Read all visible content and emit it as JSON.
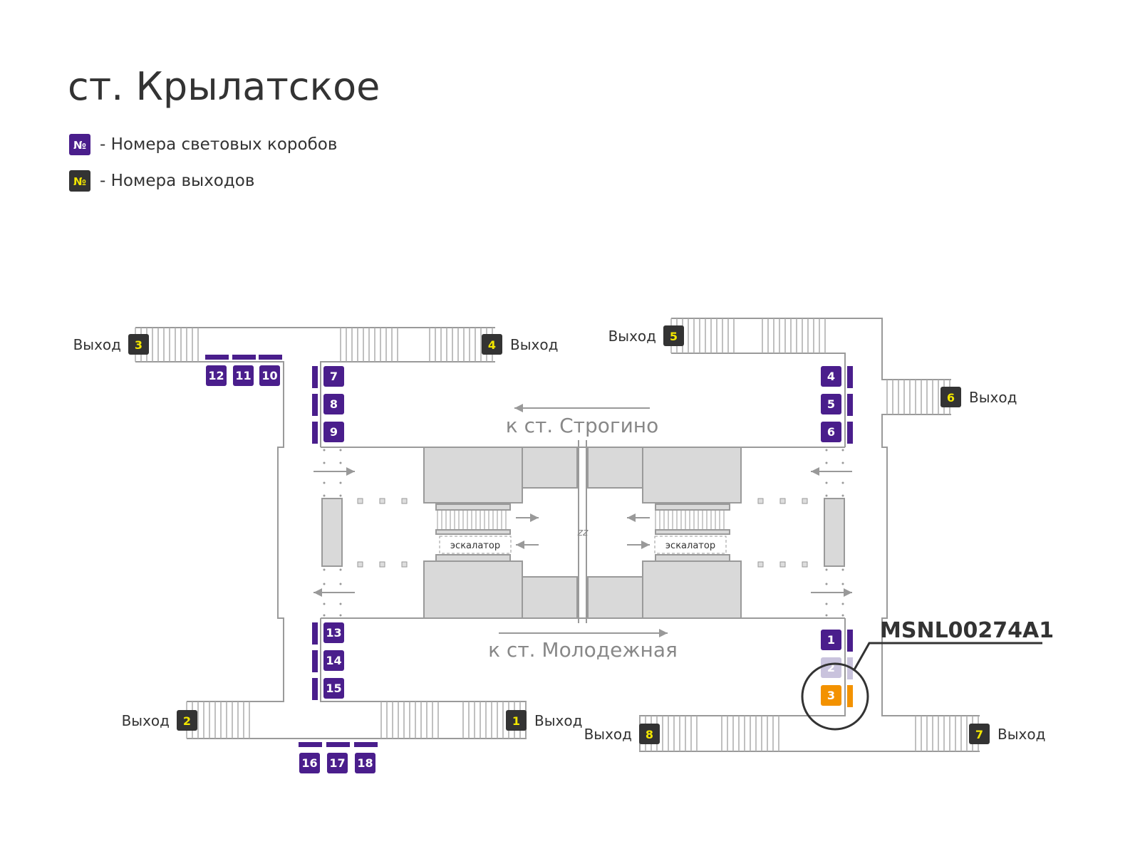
{
  "title": "ст. Крылатское",
  "legend": {
    "symbol": "№",
    "lightbox": "- Номера световых коробов",
    "exit": "- Номера выходов"
  },
  "exit_word": "Выход",
  "exits": [
    "1",
    "2",
    "3",
    "4",
    "5",
    "6",
    "7",
    "8"
  ],
  "lightboxes": [
    "1",
    "2",
    "3",
    "4",
    "5",
    "6",
    "7",
    "8",
    "9",
    "10",
    "11",
    "12",
    "13",
    "14",
    "15",
    "16",
    "17",
    "18"
  ],
  "highlight": {
    "code": "MSNL00274A1",
    "box": "3"
  },
  "directions": {
    "top": "к ст. Строгино",
    "bottom": "к ст. Молодежная"
  },
  "escalator": "эскалатор",
  "zz": "zz",
  "colors": {
    "lightbox": "#4a1e8c",
    "exit": "#333333",
    "exit_num": "#f2e600",
    "highlight": "#f39200",
    "faded": "#c9c3dd"
  }
}
